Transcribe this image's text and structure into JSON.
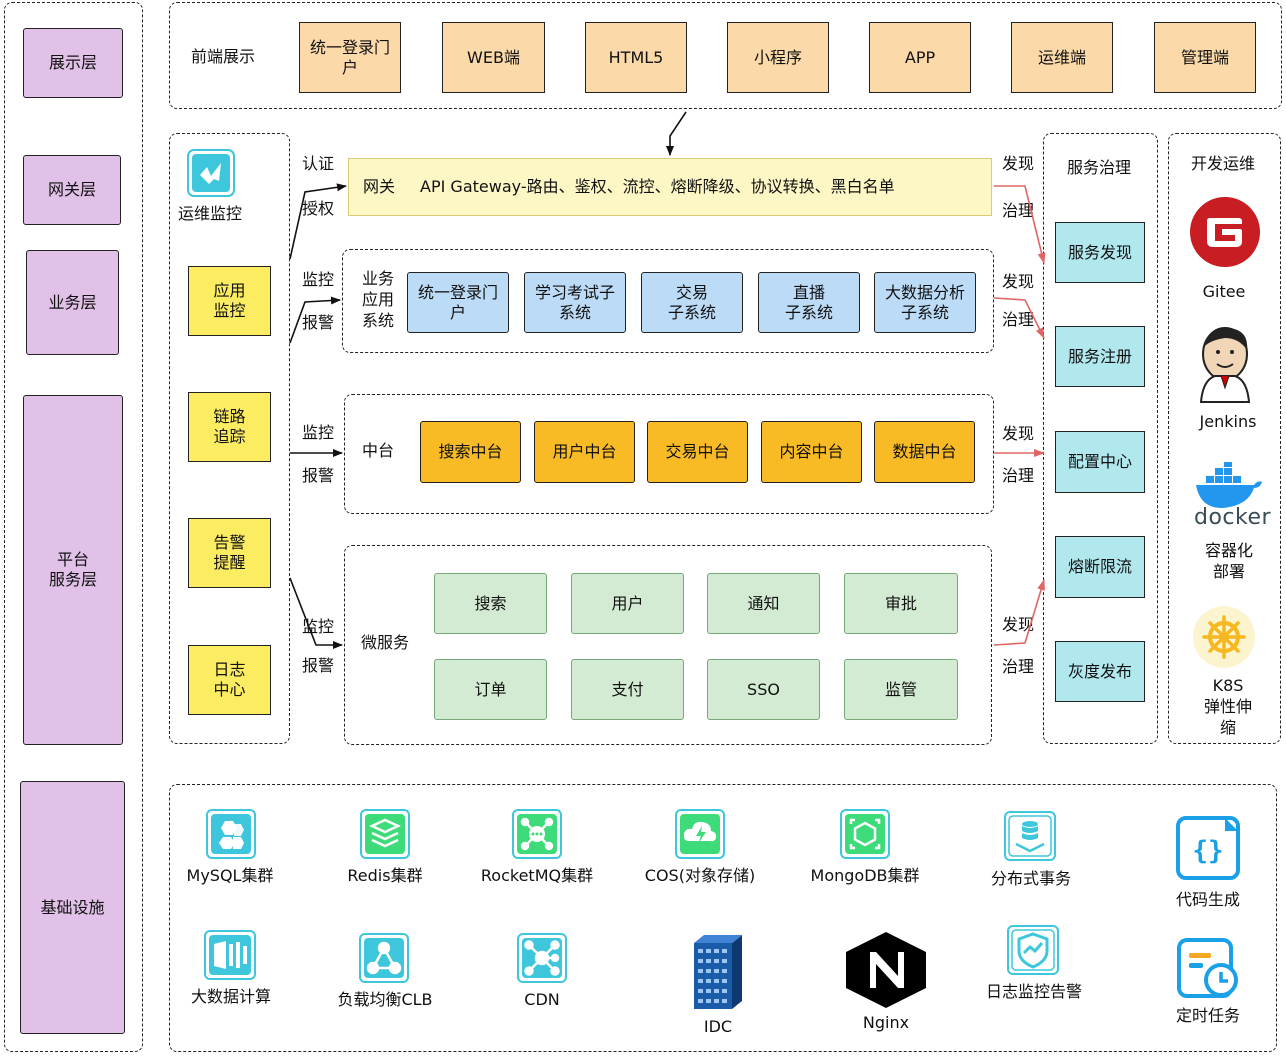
{
  "layers": [
    "展示层",
    "网关层",
    "业务层",
    "平台\n服务层",
    "基础设施"
  ],
  "frontend": {
    "title": "前端展示",
    "items": [
      "统一登录门\n户",
      "WEB端",
      "HTML5",
      "小程序",
      "APP",
      "运维端",
      "管理端"
    ]
  },
  "ops_monitor": {
    "title": "运维监控",
    "items": [
      "应用\n监控",
      "链路\n追踪",
      "告警\n提醒",
      "日志\n中心"
    ]
  },
  "gateway": {
    "label": "网关",
    "text": "API Gateway-路由、鉴权、流控、熔断降级、协议转换、黑白名单",
    "left_top": "认证",
    "left_bottom": "授权"
  },
  "arrow_labels": {
    "monitor": "监控",
    "alarm": "报警",
    "discover": "发现",
    "govern": "治理"
  },
  "business": {
    "title": "业务\n应用\n系统",
    "items": [
      "统一登录门\n户",
      "学习考试子\n系统",
      "交易\n子系统",
      "直播\n子系统",
      "大数据分析\n子系统"
    ]
  },
  "middle": {
    "title": "中台",
    "items": [
      "搜索中台",
      "用户中台",
      "交易中台",
      "内容中台",
      "数据中台"
    ]
  },
  "microservice": {
    "title": "微服务",
    "items": [
      "搜索",
      "用户",
      "通知",
      "审批",
      "订单",
      "支付",
      "SSO",
      "监管"
    ]
  },
  "governance": {
    "title": "服务治理",
    "items": [
      "服务发现",
      "服务注册",
      "配置中心",
      "熔断限流",
      "灰度发布"
    ]
  },
  "devops": {
    "title": "开发运维",
    "items": [
      "Gitee",
      "Jenkins",
      "容器化\n部署",
      "K8S\n弹性伸缩"
    ],
    "docker_logo": "docker"
  },
  "infra": {
    "row1": [
      "MySQL集群",
      "Redis集群",
      "RocketMQ集群",
      "COS(对象存储)",
      "MongoDB集群",
      "分布式事务",
      "代码生成"
    ],
    "row2": [
      "大数据计算",
      "负载均衡CLB",
      "CDN",
      "IDC",
      "Nginx",
      "日志监控告警",
      "定时任务"
    ]
  },
  "colors": {
    "layer": "#e1c1e7",
    "frontend": "#fcd9a8",
    "gateway": "#fdf7c6",
    "business": "#bcdbf6",
    "middle": "#f8bb25",
    "microservice": "#d3ebd2",
    "governance": "#b0e8ee",
    "monitor": "#fcec62",
    "red_arrow": "#e06666",
    "cloud_icon": "#3ec7dc",
    "gitee": "#c71d23"
  },
  "icons": [
    "ops-monitor-icon",
    "mysql-icon",
    "redis-icon",
    "rocketmq-icon",
    "cos-icon",
    "mongodb-icon",
    "distributed-transaction-icon",
    "code-gen-icon",
    "bigdata-icon",
    "clb-icon",
    "cdn-icon",
    "idc-building-icon",
    "nginx-logo",
    "log-monitor-icon",
    "scheduled-task-icon",
    "gitee-logo",
    "jenkins-logo",
    "docker-logo",
    "k8s-logo"
  ]
}
